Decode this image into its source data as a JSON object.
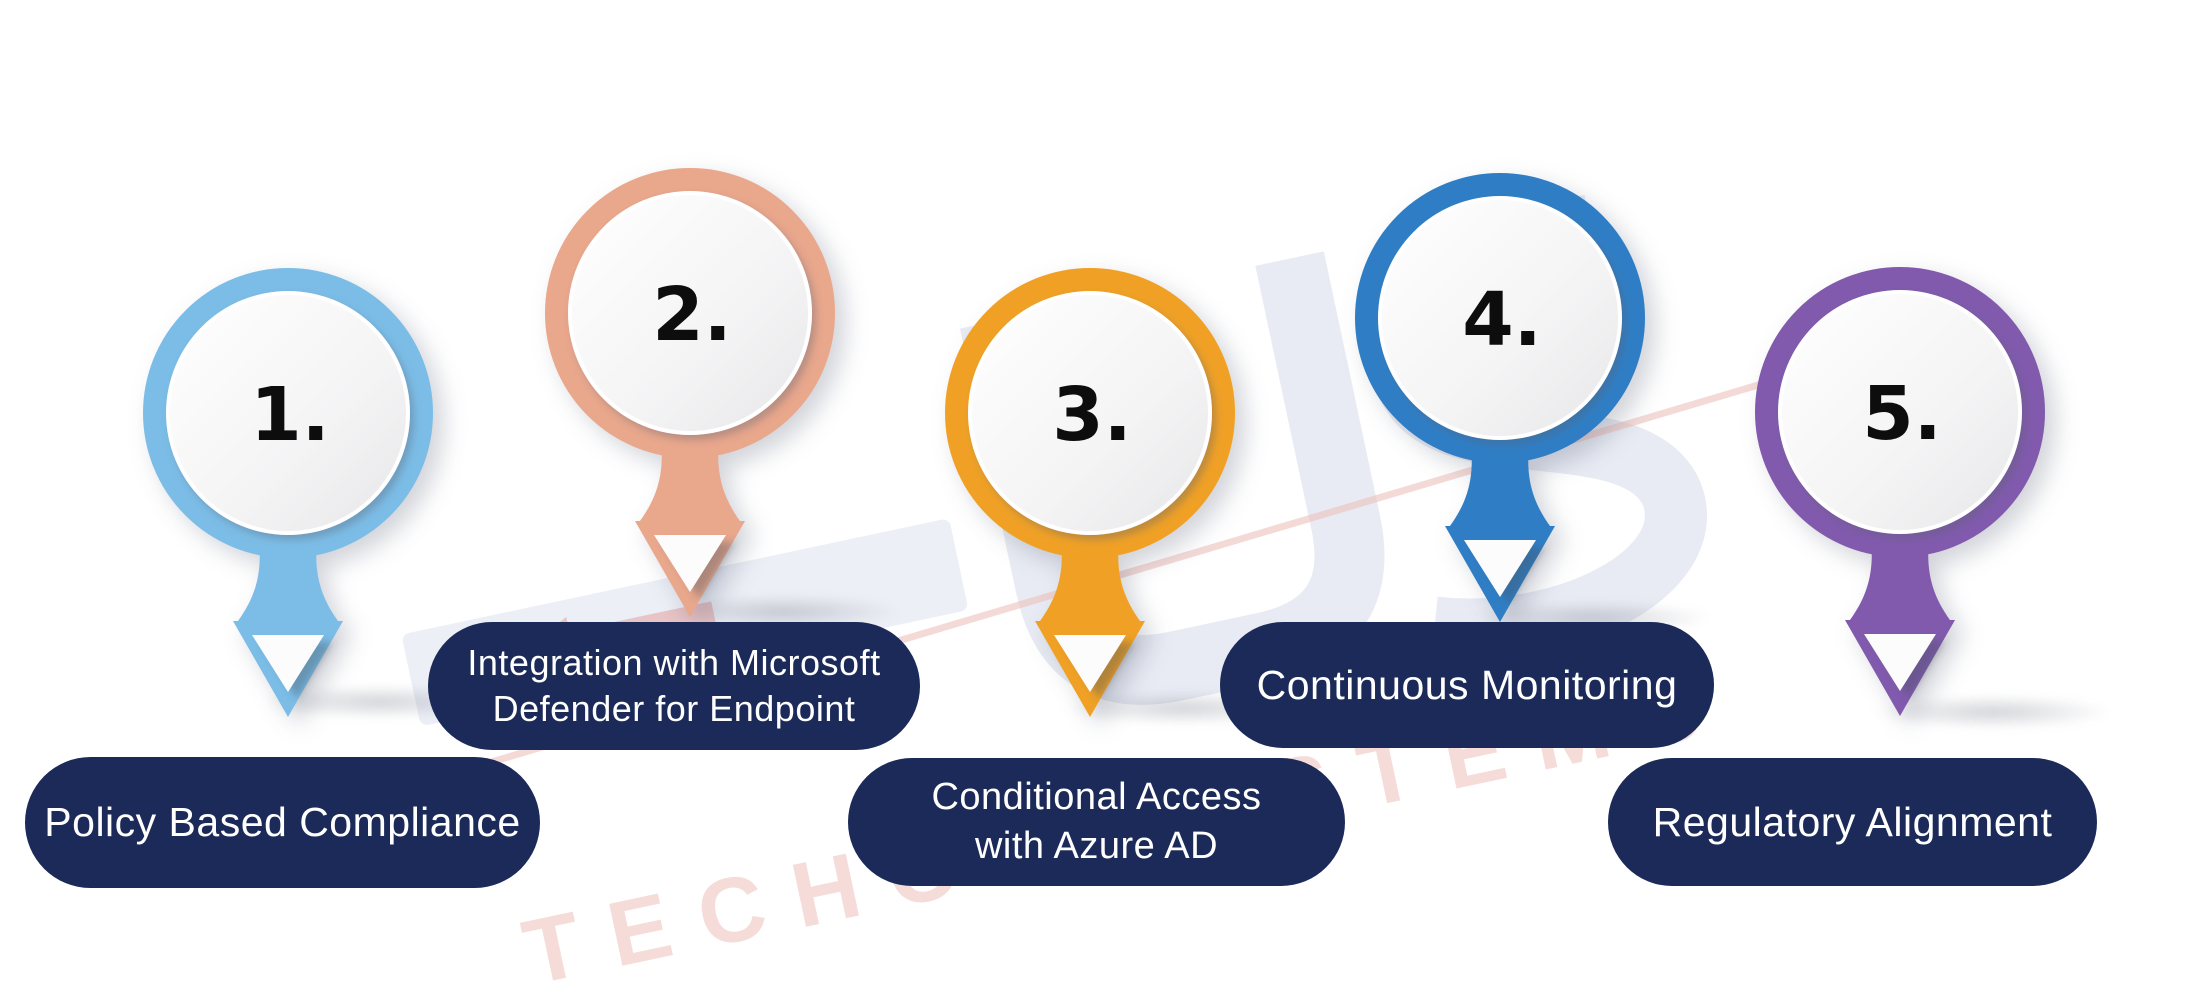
{
  "diagram": {
    "pill_color": "#1B2A58",
    "number_color": "#0d0d0d",
    "steps": [
      {
        "number": "1.",
        "label": "Policy Based Compliance",
        "lines": [
          "Policy Based Compliance"
        ],
        "color": "#7BBDE7"
      },
      {
        "number": "2.",
        "label": "Integration with Microsoft Defender for Endpoint",
        "lines": [
          "Integration with Microsoft",
          "Defender for Endpoint"
        ],
        "color": "#E9A78C"
      },
      {
        "number": "3.",
        "label": "Conditional Access with Azure AD",
        "lines": [
          "Conditional Access",
          "with Azure AD"
        ],
        "color": "#F0A125"
      },
      {
        "number": "4.",
        "label": "Continuous Monitoring",
        "lines": [
          "Continuous Monitoring"
        ],
        "color": "#2F7EC5"
      },
      {
        "number": "5.",
        "label": "Regulatory Alignment",
        "lines": [
          "Regulatory Alignment"
        ],
        "color": "#815AAD"
      }
    ],
    "watermark": {
      "brand_text": "TECHOMSYSTEMS",
      "logo_gray": "#e8ebf3",
      "accent_red": "#e2574c"
    }
  }
}
